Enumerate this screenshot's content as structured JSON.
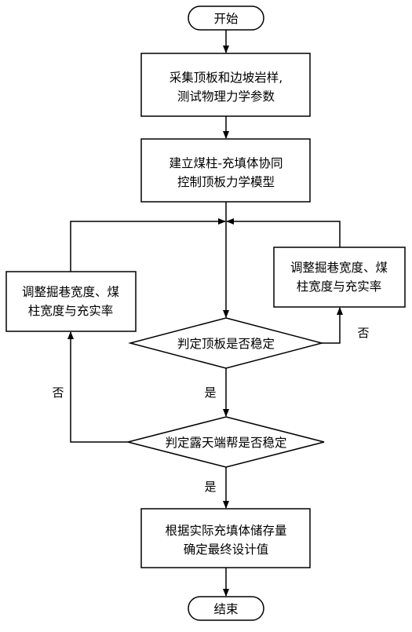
{
  "flowchart": {
    "start": "开始",
    "step1": [
      "采集顶板和边坡岩样,",
      "测试物理力学参数"
    ],
    "step2": [
      "建立煤柱-充填体协同",
      "控制顶板力学模型"
    ],
    "adjust_right": [
      "调整掘巷宽度、煤",
      "柱宽度与充实率"
    ],
    "adjust_left": [
      "调整掘巷宽度、煤",
      "柱宽度与充实率"
    ],
    "decision1": "判定顶板是否稳定",
    "decision2": "判定露天端帮是否稳定",
    "step3": [
      "根据实际充填体储存量",
      "确定最终设计值"
    ],
    "end": "结束",
    "labels": {
      "yes1": "是",
      "no1": "否",
      "yes2": "是",
      "no2": "否"
    }
  }
}
